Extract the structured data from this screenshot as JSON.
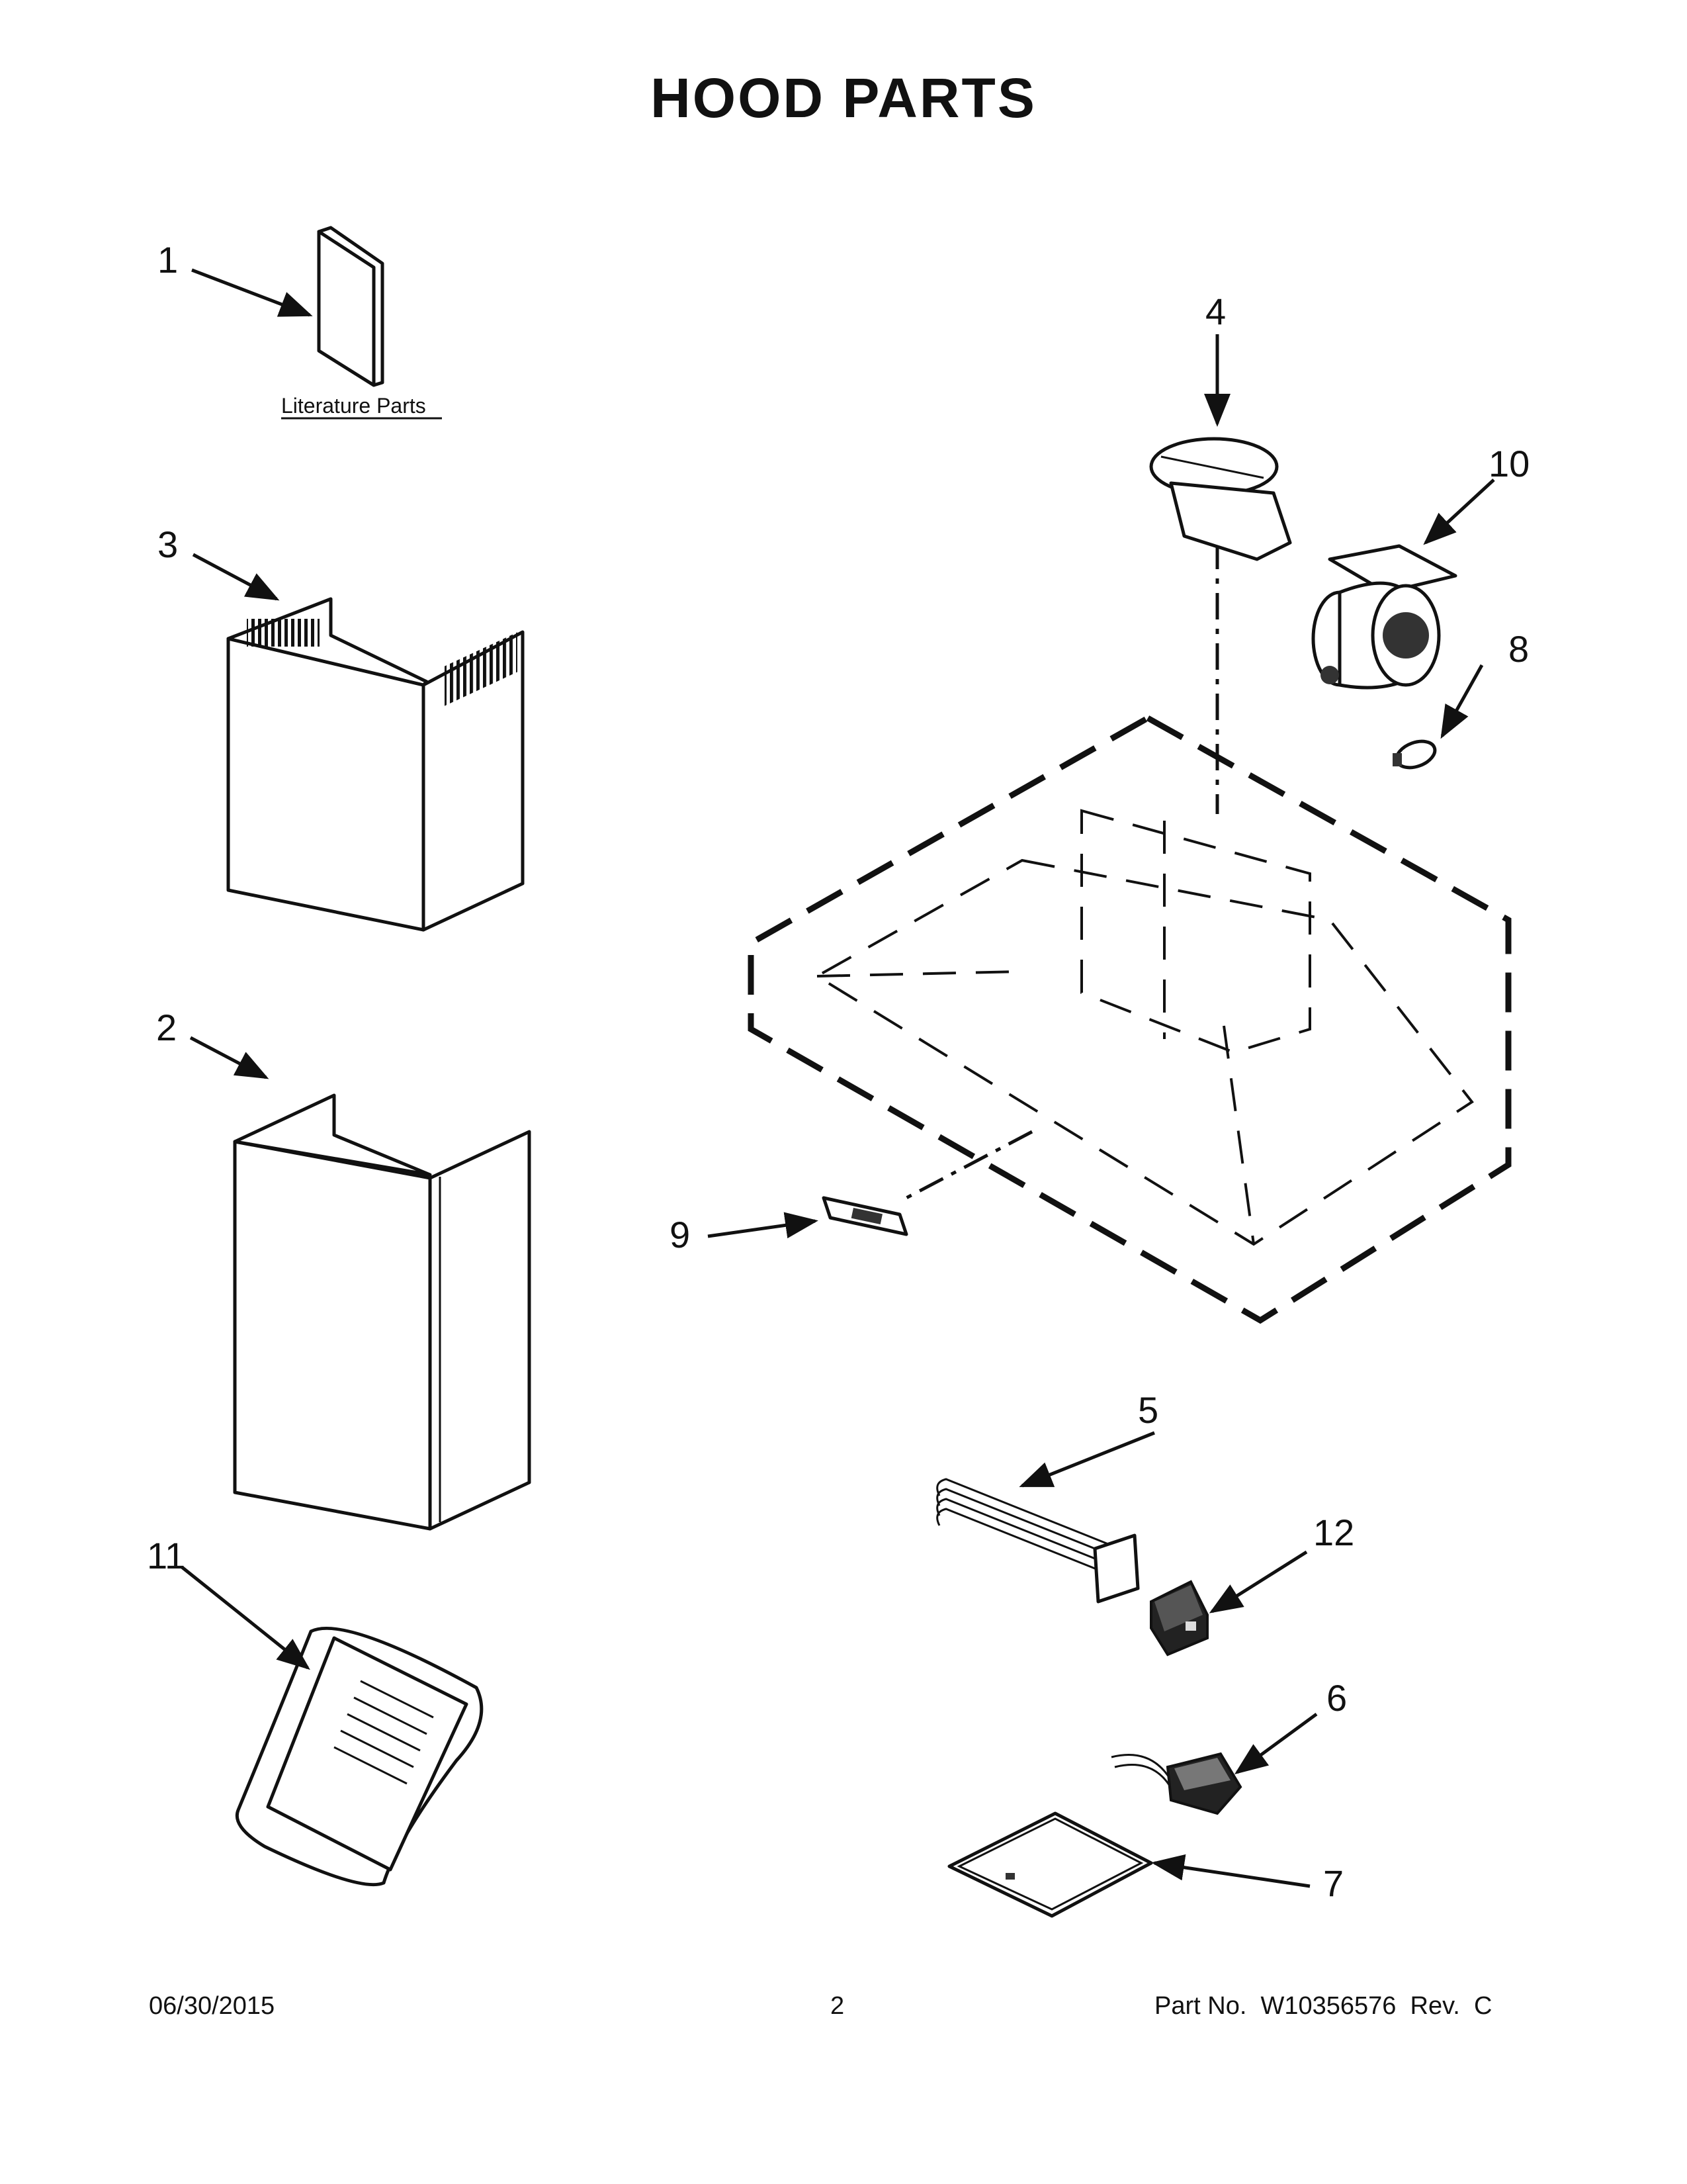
{
  "title": "HOOD PARTS",
  "literature_label": "Literature Parts",
  "callouts": {
    "c1": "1",
    "c2": "2",
    "c3": "3",
    "c4": "4",
    "c5": "5",
    "c6": "6",
    "c7": "7",
    "c8": "8",
    "c9": "9",
    "c10": "10",
    "c11": "11",
    "c12": "12"
  },
  "footer": {
    "date": "06/30/2015",
    "page": "2",
    "part_no": "Part No.  W10356576  Rev.  C"
  }
}
